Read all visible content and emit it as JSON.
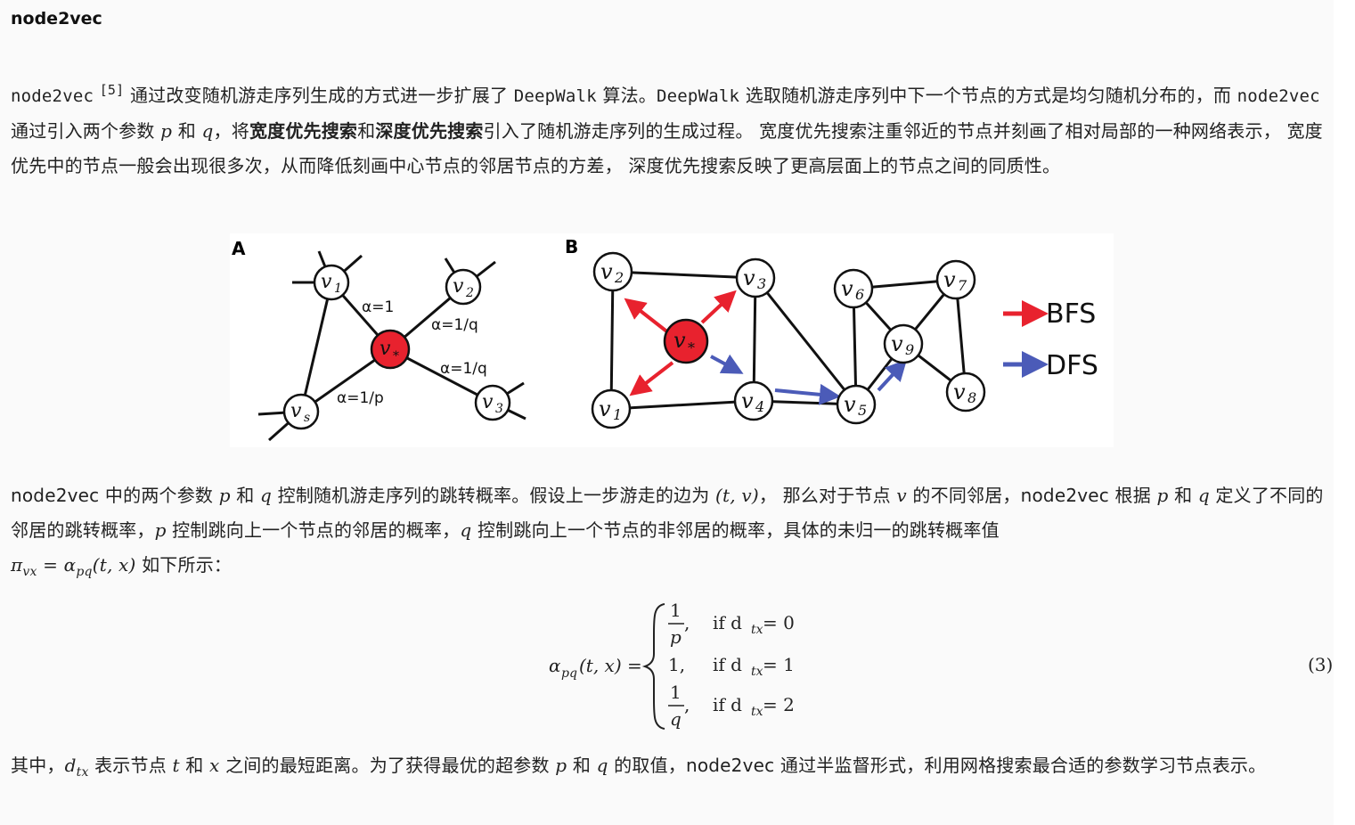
{
  "heading": "node2vec",
  "p1": {
    "t1": "node2vec",
    "ref": "[5]",
    "t2": " 通过改变随机游走序列生成的方式进一步扩展了 ",
    "deepwalk1": "DeepWalk",
    "t3": " 算法。",
    "deepwalk2": "DeepWalk",
    "t4": " 选取随机游走序列中下一个节点的方式是均匀随机分布的，而 ",
    "t5": "node2vec",
    "t6": " 通过引入两个参数 ",
    "p": "p",
    "t7": " 和 ",
    "q": "q",
    "t8": "，将",
    "bold1": "宽度优先搜索",
    "t9": "和",
    "bold2": "深度优先搜索",
    "t10": "引入了随机游走序列的生成过程。 宽度优先搜索注重邻近的节点并刻画了相对局部的一种网络表示， 宽度优先中的节点一般会出现很多次，从而降低刻画中心节点的邻居节点的方差， 深度优先搜索反映了更高层面上的节点之间的同质性。"
  },
  "figure": {
    "panel_a": "A",
    "panel_b": "B",
    "a_nodes": {
      "v1": "v",
      "v1s": "1",
      "v2": "v",
      "v2s": "2",
      "v3": "v",
      "v3s": "3",
      "vs": "v",
      "vss": "s",
      "vstar": "v",
      "vstars": "*"
    },
    "a_labels": {
      "alpha1": "α=1",
      "alpha2": "α=1/q",
      "alpha3": "α=1/q",
      "alpha4": "α=1/p"
    },
    "b_nodes": {
      "n1": "1",
      "n2": "2",
      "n3": "3",
      "n4": "4",
      "n5": "5",
      "n6": "6",
      "n7": "7",
      "n8": "8",
      "n9": "9",
      "star": "*",
      "v": "v"
    },
    "legend_bfs": "BFS",
    "legend_dfs": "DFS",
    "colors": {
      "red": "#e8222e",
      "blue": "#4b5bb8"
    }
  },
  "p2": {
    "t1": "node2vec 中的两个参数 ",
    "p": "p",
    "t2": " 和 ",
    "q": "q",
    "t3": " 控制随机游走序列的跳转概率。假设上一步游走的边为 ",
    "tv": "(t, v)",
    "t4": "， 那么对于节点 ",
    "v": "v",
    "t5": " 的不同邻居，node2vec 根据 ",
    "p2": "p",
    "t6": " 和 ",
    "q2": "q",
    "t7": " 定义了不同的邻居的跳转概率，",
    "p3": "p",
    "t8": " 控制跳向上一个节点的邻居的概率，",
    "q3": "q",
    "t9": " 控制跳向上一个节点的非邻居的概率，具体的未归一的跳转概率值",
    "pi": "π",
    "pisub": "vx",
    "eqsign": " = ",
    "alpha": "α",
    "alphasub": "pq",
    "tx": "(t, x)",
    "t10": " 如下所示："
  },
  "equation": {
    "lhs_alpha": "α",
    "lhs_sub": "pq",
    "lhs_args": "(t, x) =",
    "case1_num": "1",
    "case1_den": "p",
    "case1_comma": ",",
    "case1_cond": "if d",
    "case1_sub": "tx",
    "case1_val": " = 0",
    "case2_val_left": "1,",
    "case2_cond": "if d",
    "case2_sub": "tx",
    "case2_val": " = 1",
    "case3_num": "1",
    "case3_den": "q",
    "case3_comma": ",",
    "case3_cond": "if d",
    "case3_sub": "tx",
    "case3_val": " = 2",
    "number": "(3)"
  },
  "p3": {
    "t1": "其中，",
    "d": "d",
    "dsub": "tx",
    "t2": " 表示节点 ",
    "t": "t",
    "t3": " 和 ",
    "x": "x",
    "t4": " 之间的最短距离。为了获得最优的超参数 ",
    "p": "p",
    "t5": " 和 ",
    "q": "q",
    "t6": " 的取值，node2vec 通过半监督形式，利用网格搜索最合适的参数学习节点表示。"
  }
}
